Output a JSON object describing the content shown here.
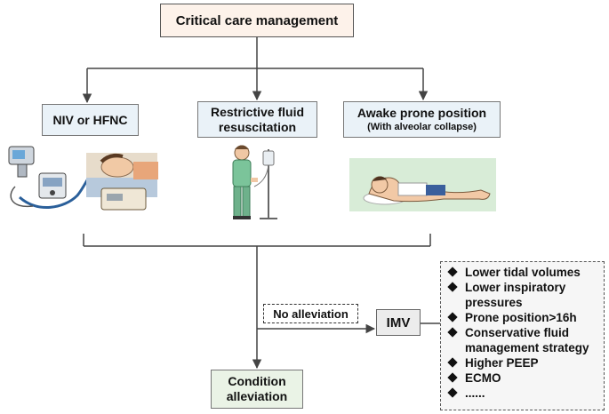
{
  "root": {
    "label": "Critical care management"
  },
  "options": [
    {
      "label": "NIV or HFNC",
      "sublabel": ""
    },
    {
      "label": "Restrictive fluid resuscitation",
      "sublabel": ""
    },
    {
      "label": "Awake prone position",
      "sublabel": "(With alveolar collapse)"
    }
  ],
  "decision": {
    "label": "No alleviation"
  },
  "imv": {
    "label": "IMV"
  },
  "outcome": {
    "label": "Condition alleviation"
  },
  "strategies": [
    "Lower tidal volumes",
    "Lower inspiratory pressures",
    "Prone position>16h",
    "Conservative fluid management strategy",
    "Higher PEEP",
    "ECMO",
    "......"
  ],
  "illustrations": {
    "niv": "ventilator-and-patient-icon",
    "fluid": "patient-with-iv-drip-icon",
    "prone": "prone-lying-person-icon"
  }
}
